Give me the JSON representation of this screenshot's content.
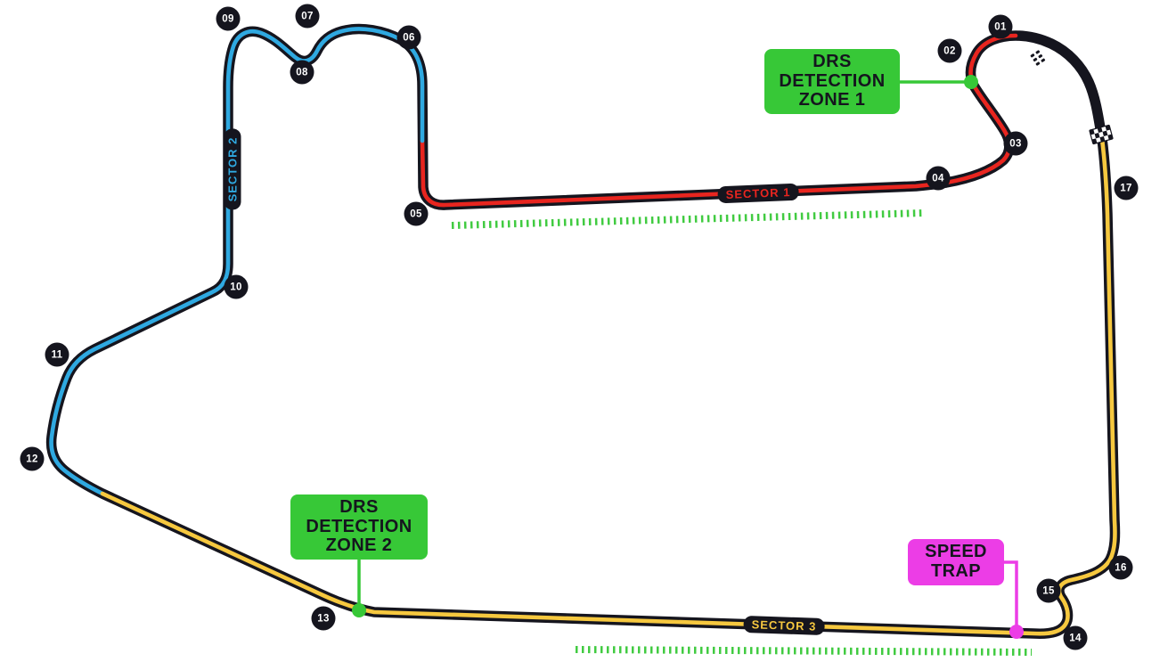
{
  "colors": {
    "track": "#15151E",
    "sector1": "#E8251F",
    "sector2": "#2FA9E1",
    "sector3": "#F6C83F",
    "green": "#37C837",
    "magenta": "#EC3DE6",
    "white": "#FFFFFF"
  },
  "turns": [
    "01",
    "02",
    "03",
    "04",
    "05",
    "06",
    "07",
    "08",
    "09",
    "10",
    "11",
    "12",
    "13",
    "14",
    "15",
    "16",
    "17"
  ],
  "sector_labels": [
    "SECTOR 1",
    "SECTOR 2",
    "SECTOR 3"
  ],
  "callouts": {
    "drs1": {
      "lines": [
        "DRS",
        "DETECTION",
        "ZONE 1"
      ]
    },
    "drs2": {
      "lines": [
        "DRS",
        "DETECTION",
        "ZONE 2"
      ]
    },
    "speed_trap": {
      "lines": [
        "SPEED",
        "TRAP"
      ]
    }
  },
  "icons": {
    "finish_flag": "checkered-flag",
    "start_grid": "starting-grid"
  }
}
